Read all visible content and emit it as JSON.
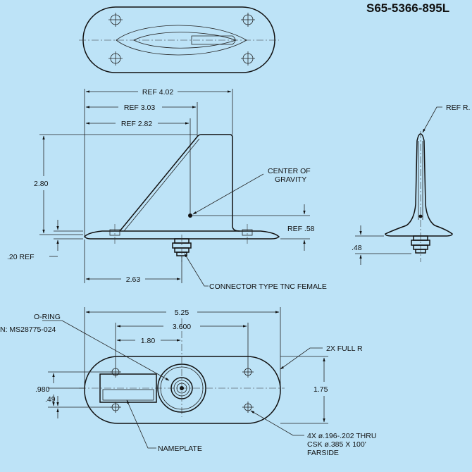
{
  "title": "S65-5366-895L",
  "side_view": {
    "ref_402": "REF 4.02",
    "ref_303": "REF 3.03",
    "ref_282": "REF 2.82",
    "height_280": "2.80",
    "ref_020": ".20 REF",
    "ref_058": "REF .58",
    "width_263": "2.63",
    "cg_line1": "CENTER OF",
    "cg_line2": "GRAVITY",
    "connector": "CONNECTOR TYPE TNC FEMALE"
  },
  "end_view": {
    "ref_r": "REF R.",
    "height_048": ".48"
  },
  "bottom_view": {
    "o_ring": "O-RING",
    "o_ring_spec": "N: MS28775-024",
    "width_525": "5.25",
    "width_3600": "3.600",
    "width_180": "1.80",
    "full_r": "2X FULL R",
    "height_980": ".980",
    "height_049": ".49",
    "height_175": "1.75",
    "nameplate": "NAMEPLATE",
    "holes_line1": "4X ø.196-.202 THRU",
    "holes_line2": "CSK ø.385 X 100'",
    "holes_line3": "FARSIDE"
  }
}
